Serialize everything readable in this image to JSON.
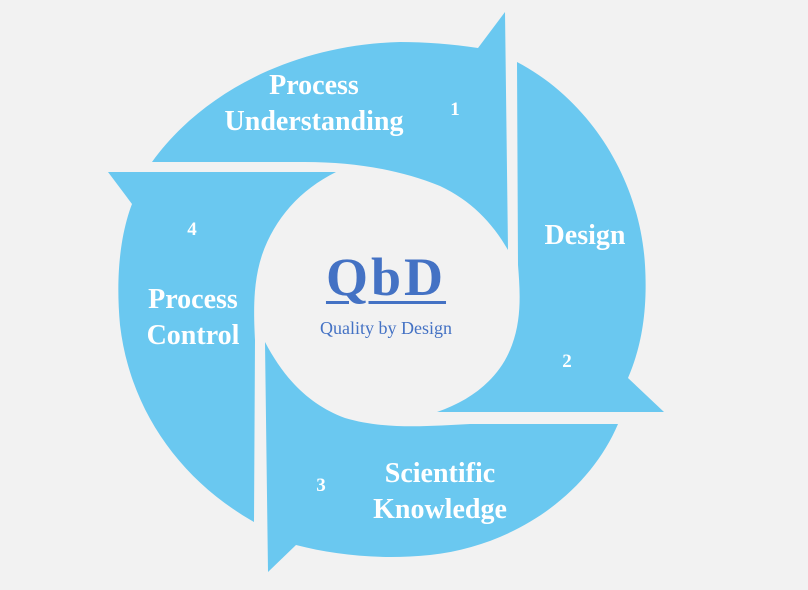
{
  "diagram": {
    "center": {
      "title": "QbD",
      "subtitle": "Quality by Design"
    },
    "steps": [
      {
        "number": "1",
        "label_line1": "Process",
        "label_line2": "Understanding"
      },
      {
        "number": "2",
        "label_line1": "Design",
        "label_line2": ""
      },
      {
        "number": "3",
        "label_line1": "Scientific",
        "label_line2": "Knowledge"
      },
      {
        "number": "4",
        "label_line1": "Process",
        "label_line2": "Control"
      }
    ],
    "colors": {
      "segment_fill": "#6ac8f0",
      "center_text": "#4472c4",
      "background": "#f2f2f2"
    }
  }
}
